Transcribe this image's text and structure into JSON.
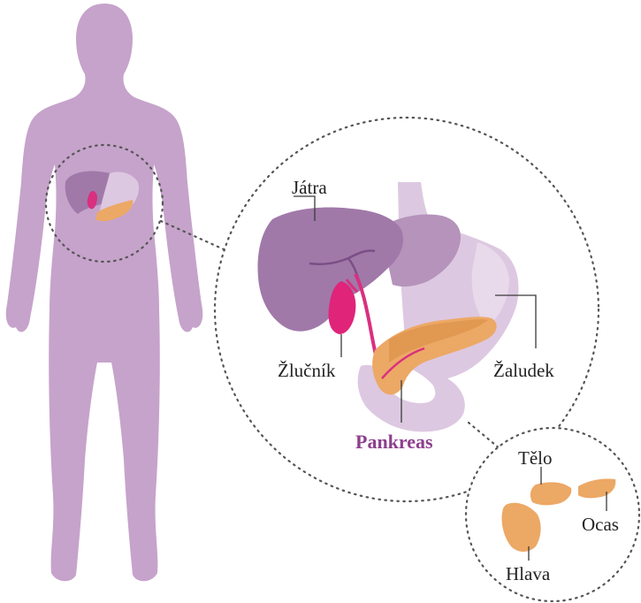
{
  "labels": {
    "liver": "Játra",
    "gallbladder": "Žlučník",
    "stomach": "Žaludek",
    "pancreas": "Pankreas",
    "body": "Tělo",
    "tail": "Ocas",
    "head": "Hlava"
  },
  "colors": {
    "silhouette": "#c6a3cb",
    "liver": "#a079a9",
    "liver_light": "#b593bb",
    "stomach": "#ddc8e1",
    "gallbladder": "#e0247a",
    "pancreas": "#eca865",
    "pancreas_dark": "#d98a42",
    "duct": "#d9307f",
    "accent_label": "#8e3f8e"
  },
  "icons": {
    "figure": "human-silhouette-icon",
    "organs": "digestive-organs-icon"
  }
}
